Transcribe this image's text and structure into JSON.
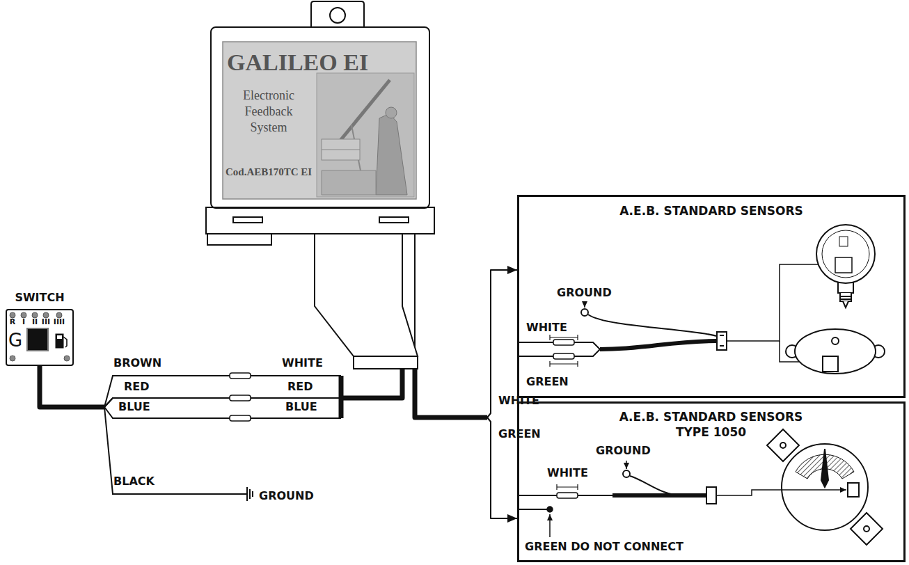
{
  "diagram": {
    "nodes": [
      {
        "text": [
          "SWITCH",
          "R",
          "I",
          "II",
          "III",
          "IIII",
          "G"
        ]
      },
      {
        "text": [
          "GALILEO EI",
          "Electronic Feedback System",
          "Cod.AEB170TC EI"
        ]
      },
      {
        "text": [
          "A.E.B. STANDARD SENSORS",
          "GROUND",
          "WHITE",
          "GREEN"
        ]
      },
      {
        "text": [
          "A.E.B. STANDARD SENSORS TYPE 1050",
          "GROUND",
          "WHITE",
          "GREEN DO NOT CONNECT"
        ]
      }
    ],
    "edges": [
      {
        "from": 0,
        "to": 1,
        "arrow": "none"
      },
      {
        "from": 1,
        "to": 2,
        "arrow": "to"
      },
      {
        "from": 1,
        "to": 3,
        "arrow": "to"
      }
    ],
    "labels": [
      "BROWN",
      "WHITE",
      "RED",
      "RED",
      "BLUE",
      "BLUE",
      "BLACK",
      "GROUND",
      "WHITE",
      "GREEN"
    ]
  }
}
